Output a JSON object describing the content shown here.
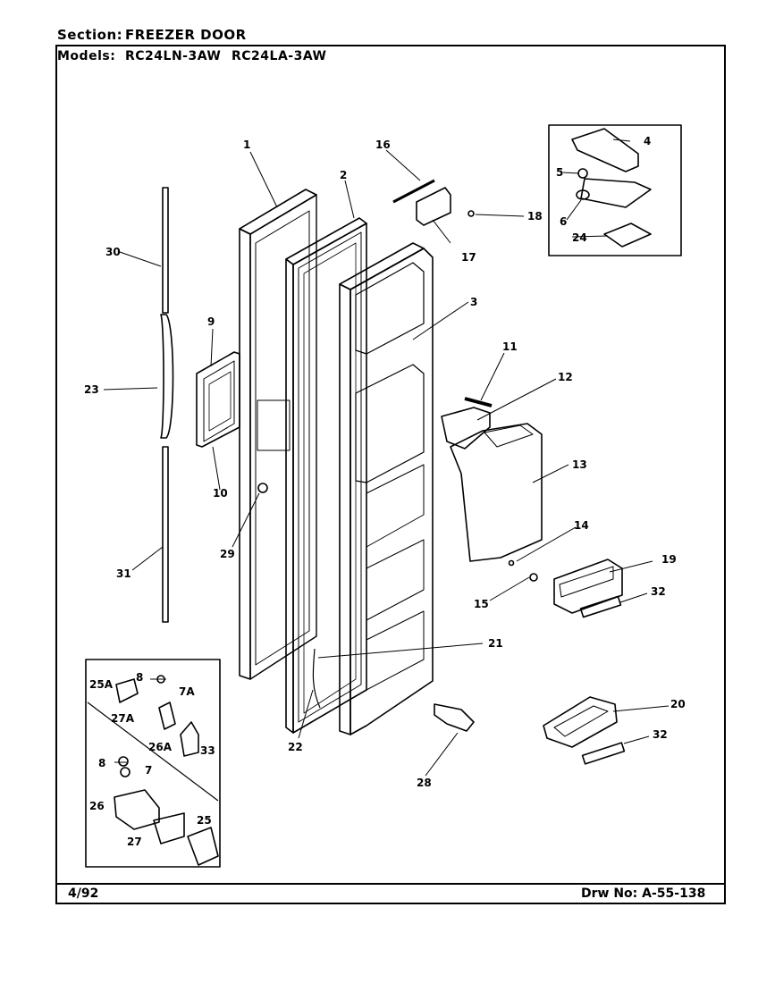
{
  "header": {
    "section_label": "Section:",
    "section_value": "FREEZER DOOR",
    "models_label": "Models:",
    "models": [
      "RC24LN-3AW",
      "RC24LA-3AW"
    ]
  },
  "footer": {
    "date": "4/92",
    "drawing_label": "Drw No:",
    "drawing_number": "A-55-138"
  },
  "callouts": {
    "c1": "1",
    "c2": "2",
    "c3": "3",
    "c4": "4",
    "c5": "5",
    "c6": "6",
    "c7": "7",
    "c7a": "7A",
    "c8a": "8",
    "c8b": "8",
    "c9": "9",
    "c10": "10",
    "c11": "11",
    "c12": "12",
    "c13": "13",
    "c14": "14",
    "c15": "15",
    "c16": "16",
    "c17": "17",
    "c18": "18",
    "c19": "19",
    "c20": "20",
    "c21": "21",
    "c22": "22",
    "c23": "23",
    "c24": "24",
    "c25": "25",
    "c25a": "25A",
    "c26": "26",
    "c26a": "26A",
    "c27": "27",
    "c27a": "27A",
    "c28": "28",
    "c29": "29",
    "c30": "30",
    "c31": "31",
    "c32a": "32",
    "c32b": "32",
    "c33": "33"
  }
}
